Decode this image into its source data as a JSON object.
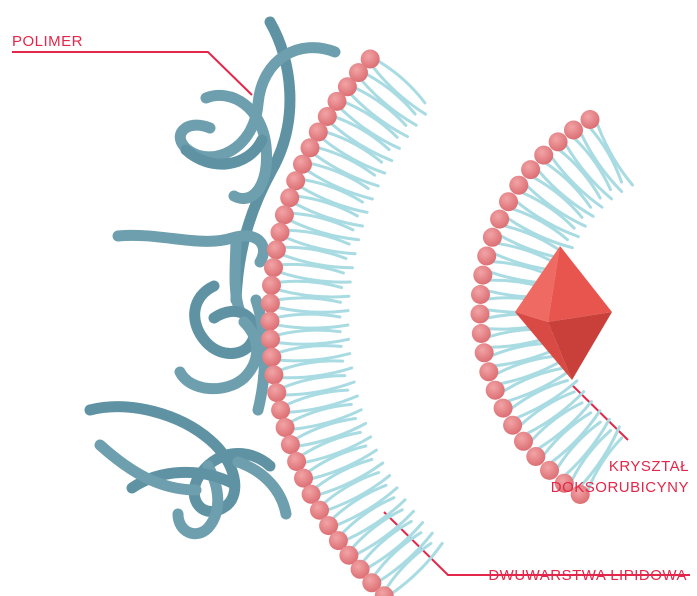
{
  "labels": {
    "polymer": "POLIMER",
    "crystal_line1": "KRYSZTAŁ",
    "crystal_line2": "DOKSORUBICYNY",
    "bilayer": "DWUWARSTWA LIPIDOWA"
  },
  "colors": {
    "label_red": "#e3274a",
    "polymer_strand": "#6e9fae",
    "polymer_strand_dark": "#4c7f90",
    "lipid_head": "#e6868a",
    "lipid_tail": "#a9dbe3",
    "crystal": "#e8554e",
    "crystal_dark": "#c9403b"
  }
}
